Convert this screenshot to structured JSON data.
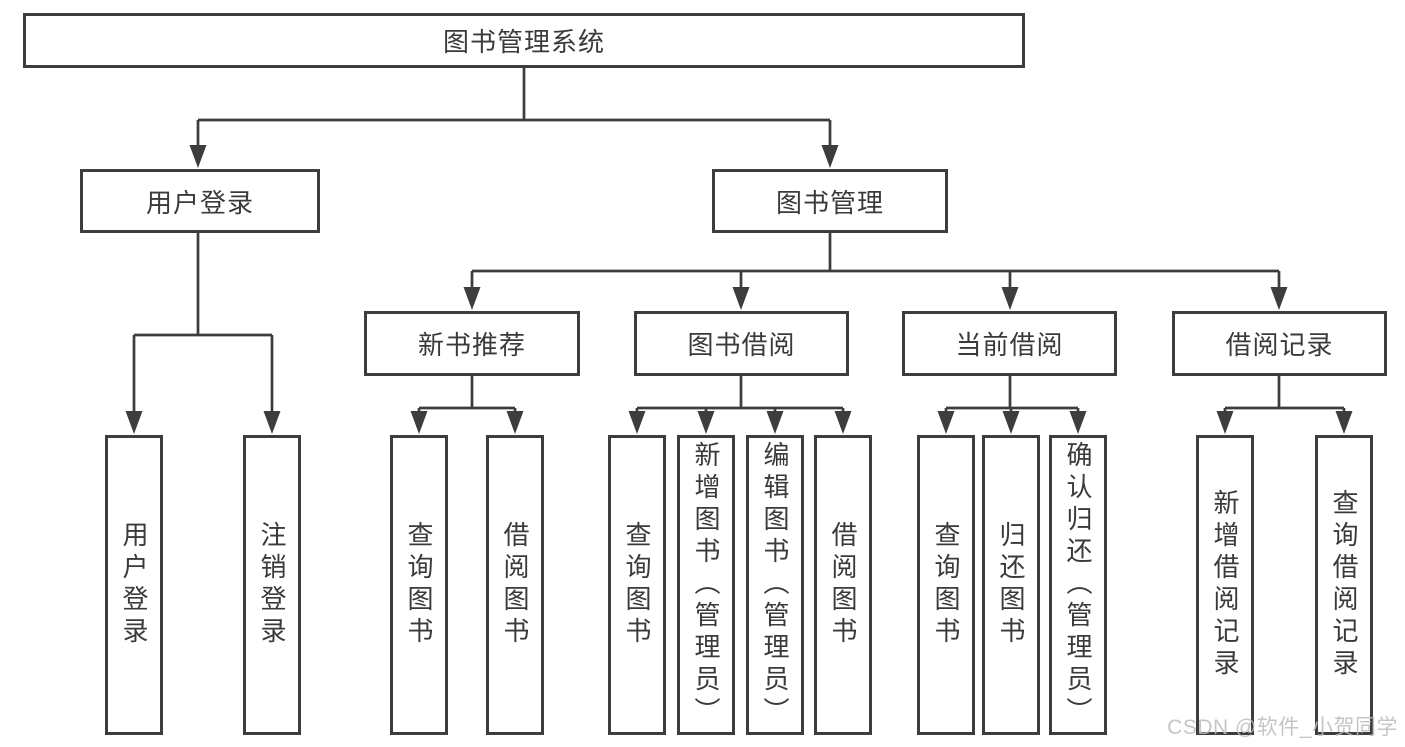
{
  "diagram": {
    "root": {
      "label": "图书管理系统",
      "children": [
        {
          "label": "用户登录",
          "children": [
            {
              "label": "用户登录"
            },
            {
              "label": "注销登录"
            }
          ]
        },
        {
          "label": "图书管理",
          "children": [
            {
              "label": "新书推荐",
              "children": [
                {
                  "label": "查询图书"
                },
                {
                  "label": "借阅图书"
                }
              ]
            },
            {
              "label": "图书借阅",
              "children": [
                {
                  "label": "查询图书"
                },
                {
                  "label": "新增图书（管理员）"
                },
                {
                  "label": "编辑图书（管理员）"
                },
                {
                  "label": "借阅图书"
                }
              ]
            },
            {
              "label": "当前借阅",
              "children": [
                {
                  "label": "查询图书"
                },
                {
                  "label": "归还图书"
                },
                {
                  "label": "确认归还（管理员）"
                }
              ]
            },
            {
              "label": "借阅记录",
              "children": [
                {
                  "label": "新增借阅记录"
                },
                {
                  "label": "查询借阅记录"
                }
              ]
            }
          ]
        }
      ]
    }
  },
  "watermark": {
    "text": "CSDN @软件_小贺同学"
  },
  "colors": {
    "line": "#3d3d3d",
    "text": "#3a3a3a",
    "background": "#ffffff",
    "watermark": "#bcbcbc"
  }
}
